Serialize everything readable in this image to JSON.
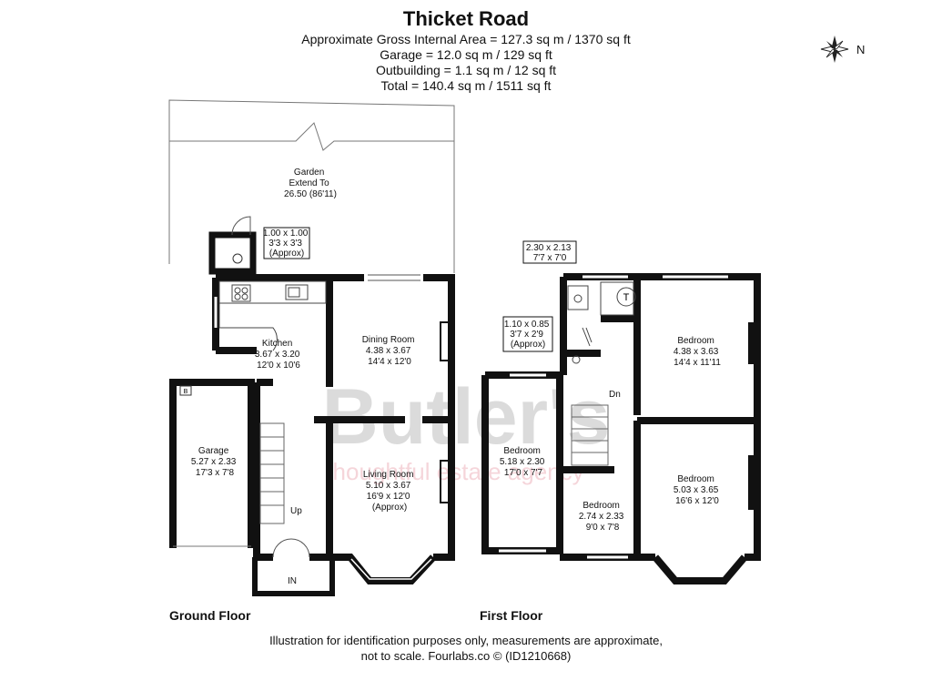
{
  "title": "Thicket Road",
  "areas": [
    "Approximate Gross Internal Area = 127.3 sq m / 1370 sq ft",
    "Garage = 12.0 sq m / 129 sq ft",
    "Outbuilding = 1.1 sq m / 12 sq ft",
    "Total = 140.4 sq m / 1511 sq ft"
  ],
  "compass": {
    "label": "N"
  },
  "watermark": {
    "brand": "Butler's",
    "tagline": "thoughtful estate agency"
  },
  "ground_floor": {
    "label": "Ground Floor",
    "garden": [
      "Garden",
      "Extend To",
      "26.50 (86'11)"
    ],
    "outbuilding": [
      "1.00 x 1.00",
      "3'3 x 3'3",
      "(Approx)"
    ],
    "kitchen": [
      "Kitchen",
      "3.67 x 3.20",
      "12'0 x 10'6"
    ],
    "dining": [
      "Dining Room",
      "4.38 x 3.67",
      "14'4 x 12'0"
    ],
    "garage": [
      "Garage",
      "5.27 x 2.33",
      "17'3 x 7'8"
    ],
    "living": [
      "Living Room",
      "5.10 x 3.67",
      "16'9 x 12'0",
      "(Approx)"
    ],
    "boiler_mark": "B",
    "stairs_label": "Up",
    "entrance_label": "IN"
  },
  "first_floor": {
    "label": "First Floor",
    "bath": [
      "2.30 x 2.13",
      "7'7 x 7'0"
    ],
    "wc": [
      "1.10 x 0.85",
      "3'7 x 2'9",
      "(Approx)"
    ],
    "tank_mark": "T",
    "stairs_label": "Dn",
    "bed_top": [
      "Bedroom",
      "4.38 x 3.63",
      "14'4 x 11'11"
    ],
    "bed_left": [
      "Bedroom",
      "5.18 x 2.30",
      "17'0 x 7'7"
    ],
    "bed_small": [
      "Bedroom",
      "2.74 x 2.33",
      "9'0 x 7'8"
    ],
    "bed_right": [
      "Bedroom",
      "5.03 x 3.65",
      "16'6 x 12'0"
    ]
  },
  "footer": [
    "Illustration for identification purposes only, measurements are approximate,",
    "not to scale. Fourlabs.co © (ID1210668)"
  ]
}
